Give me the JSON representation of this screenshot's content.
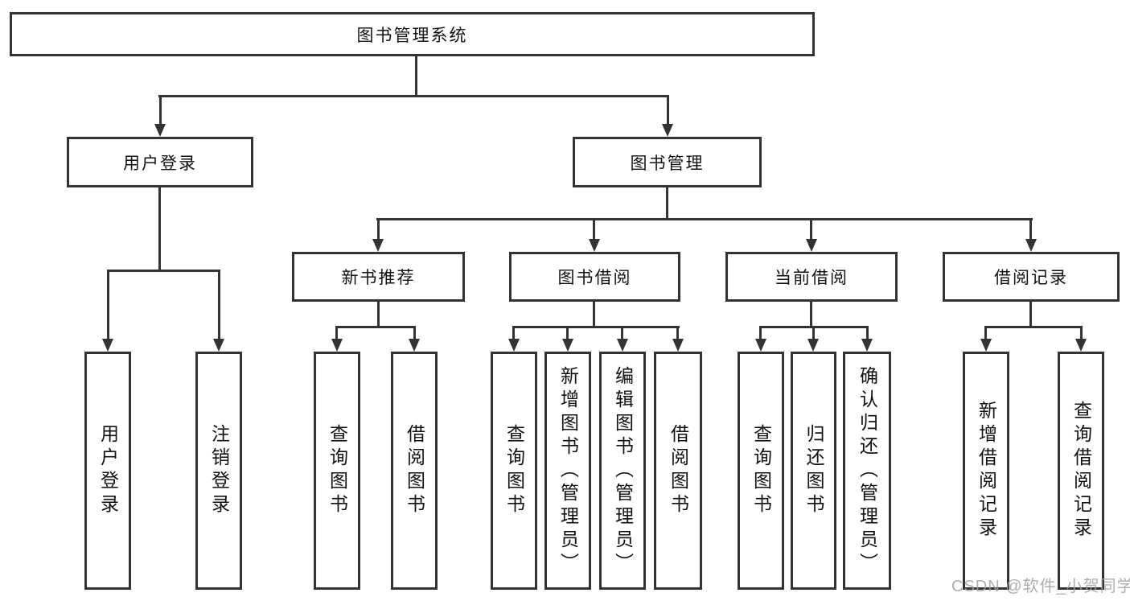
{
  "colors": {
    "line": "#333333",
    "box_bg": "#ffffff",
    "text": "#111111",
    "watermark": "#a0a0a0"
  },
  "watermark": {
    "text": "CSDN @软件_小贺同学"
  },
  "diagram": {
    "type": "hierarchy-tree",
    "root": {
      "label": "图书管理系统"
    },
    "branches": [
      {
        "label": "用户登录",
        "children": [
          {
            "label": "用户登录"
          },
          {
            "label": "注销登录"
          }
        ]
      },
      {
        "label": "图书管理",
        "children": [
          {
            "label": "新书推荐",
            "children": [
              {
                "label": "查询图书"
              },
              {
                "label": "借阅图书"
              }
            ]
          },
          {
            "label": "图书借阅",
            "children": [
              {
                "label": "查询图书"
              },
              {
                "label": "新增图书（管理员）"
              },
              {
                "label": "编辑图书（管理员）"
              },
              {
                "label": "借阅图书"
              }
            ]
          },
          {
            "label": "当前借阅",
            "children": [
              {
                "label": "查询图书"
              },
              {
                "label": "归还图书"
              },
              {
                "label": "确认归还（管理员）"
              }
            ]
          },
          {
            "label": "借阅记录",
            "children": [
              {
                "label": "新增借阅记录"
              },
              {
                "label": "查询借阅记录"
              }
            ]
          }
        ]
      }
    ]
  }
}
